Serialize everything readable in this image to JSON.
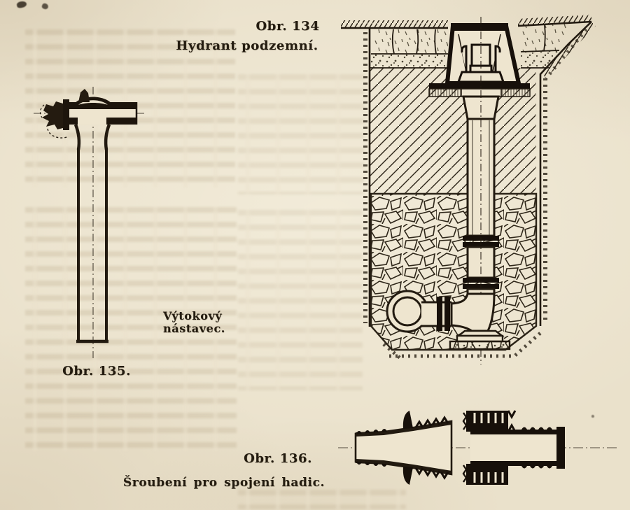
{
  "page": {
    "kind_label": "scanned book page with technical figures",
    "colors": {
      "paper": "#eae1cb",
      "ink": "#241c10",
      "bleedthrough": "#89704a"
    }
  },
  "figures": {
    "fig134": {
      "number": "Obr. 134",
      "caption": "Hydrant podzemní."
    },
    "fig135": {
      "number": "Obr. 135.",
      "caption_line1": "Výtokový",
      "caption_line2": "nástavec."
    },
    "fig136": {
      "number": "Obr. 136.",
      "caption": "Šroubení pro spojení hadic."
    }
  }
}
